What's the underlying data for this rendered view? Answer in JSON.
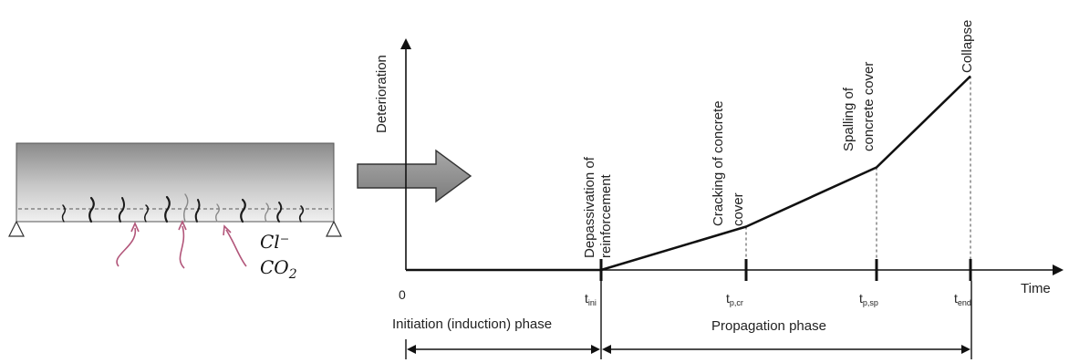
{
  "beam": {
    "chloride_label": "Cl⁻",
    "co2_label_main": "CO",
    "co2_label_sub": "2"
  },
  "axes": {
    "y_label": "Deterioration",
    "x_label": "Time",
    "origin_label": "0"
  },
  "time_markers": [
    {
      "main": "t",
      "sub": "ini",
      "event_lines": [
        "Depassivation of",
        "reinforcement"
      ]
    },
    {
      "main": "t",
      "sub": "p,cr",
      "event_lines": [
        "Cracking of concrete",
        "cover"
      ]
    },
    {
      "main": "t",
      "sub": "p,sp",
      "event_lines": [
        "Spalling of",
        "concrete cover"
      ]
    },
    {
      "main": "t",
      "sub": "end",
      "event_lines": [
        "Collapse"
      ]
    }
  ],
  "phases": {
    "initiation": "Initiation (induction) phase",
    "propagation": "Propagation phase"
  },
  "colors": {
    "curve": "#111111",
    "beam_top": "#8a8a8a",
    "beam_bottom": "#efefef",
    "crack": "#1a1a1a",
    "ingress_arrow": "#b2567a",
    "big_arrow": "#8f8f8f"
  },
  "chart_data": {
    "type": "line",
    "xlabel": "Time",
    "ylabel": "Deterioration",
    "categories": [
      "0",
      "t_ini",
      "t_p,cr",
      "t_p,sp",
      "t_end"
    ],
    "series": [
      {
        "values": [
          0,
          0,
          0.19,
          0.45,
          0.85
        ]
      }
    ],
    "ylim": [
      0,
      1
    ],
    "grid": false
  }
}
